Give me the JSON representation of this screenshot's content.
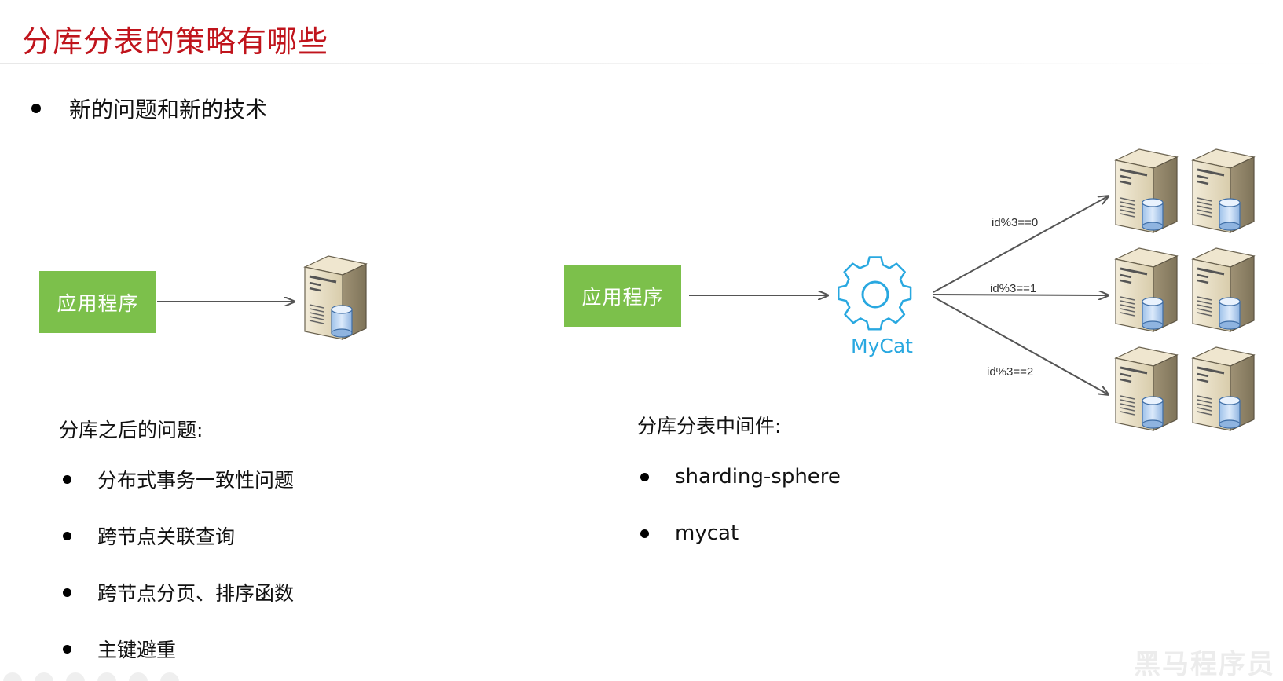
{
  "slide": {
    "title": "分库分表的策略有哪些",
    "main_bullet": "新的问题和新的技术"
  },
  "diagram_left": {
    "app_label": "应用程序"
  },
  "diagram_right": {
    "app_label": "应用程序",
    "middleware_label": "MyCat",
    "routes": [
      "id%3==0",
      "id%3==1",
      "id%3==2"
    ]
  },
  "left_section": {
    "heading": "分库之后的问题:",
    "items": [
      "分布式事务一致性问题",
      "跨节点关联查询",
      "跨节点分页、排序函数",
      "主键避重"
    ]
  },
  "right_section": {
    "heading": "分库分表中间件:",
    "items": [
      "sharding-sphere",
      "mycat"
    ]
  },
  "watermark": "黑马程序员",
  "colors": {
    "title": "#c0141c",
    "app_box": "#7cc04b",
    "mycat": "#29a8e0",
    "arrow": "#555555"
  }
}
